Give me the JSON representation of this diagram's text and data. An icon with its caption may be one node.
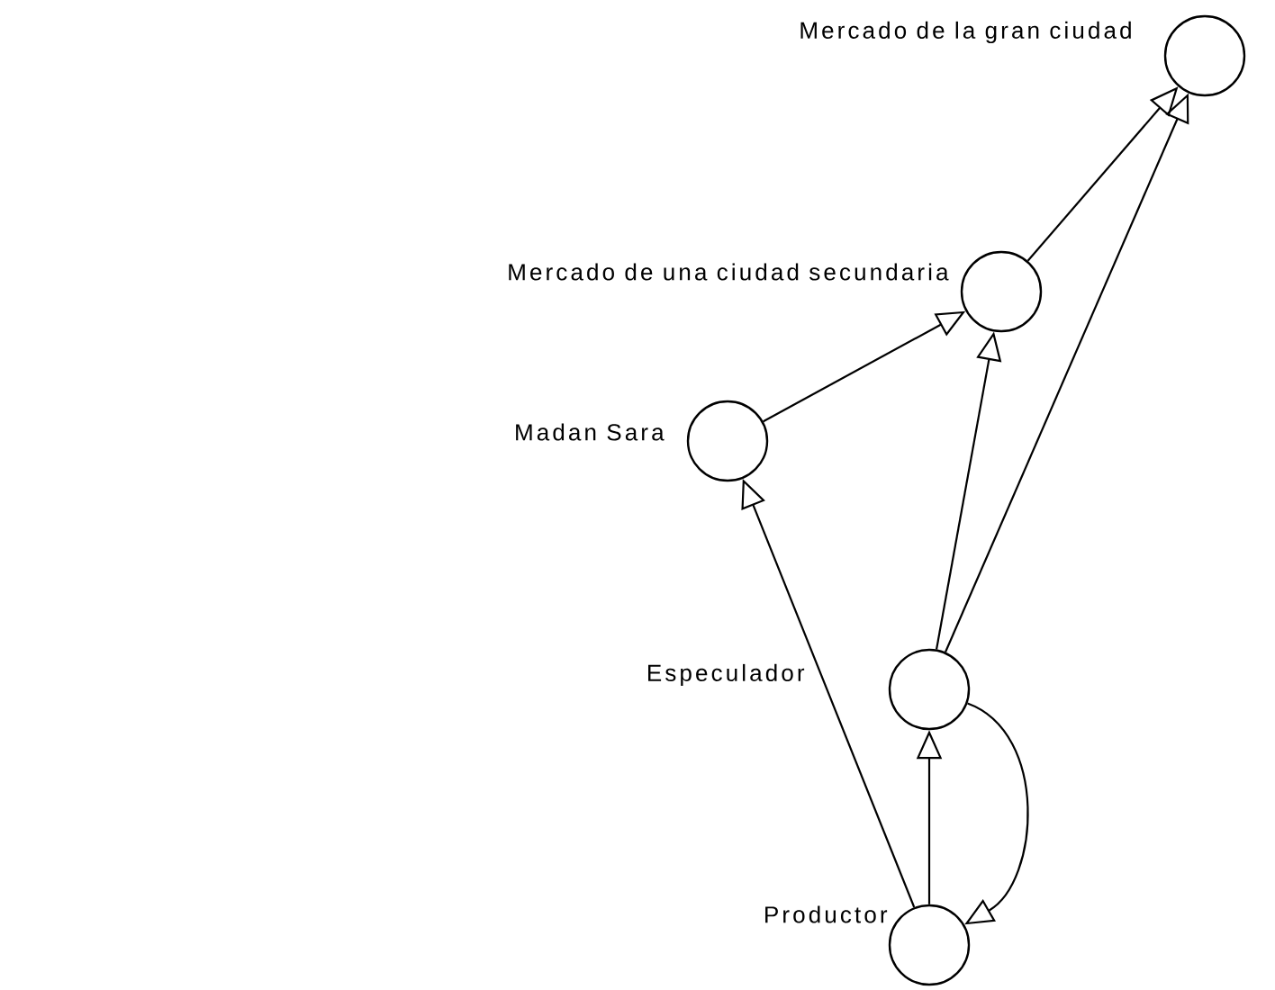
{
  "diagram": {
    "nodes": [
      {
        "text": [
          "Mercado de la gran ciudad"
        ]
      },
      {
        "text": [
          "Mercado de una ciudad secundaria"
        ]
      },
      {
        "text": [
          "Madan Sara"
        ]
      },
      {
        "text": [
          "Especulador"
        ]
      },
      {
        "text": [
          "Productor"
        ]
      }
    ],
    "edges": [
      {
        "from": 4,
        "to": 2,
        "arrow": "to"
      },
      {
        "from": 4,
        "to": 3,
        "arrow": "to"
      },
      {
        "from": 3,
        "to": 4,
        "arrow": "to"
      },
      {
        "from": 2,
        "to": 1,
        "arrow": "to"
      },
      {
        "from": 3,
        "to": 1,
        "arrow": "to"
      },
      {
        "from": 1,
        "to": 0,
        "arrow": "to"
      },
      {
        "from": 3,
        "to": 0,
        "arrow": "to"
      }
    ]
  }
}
